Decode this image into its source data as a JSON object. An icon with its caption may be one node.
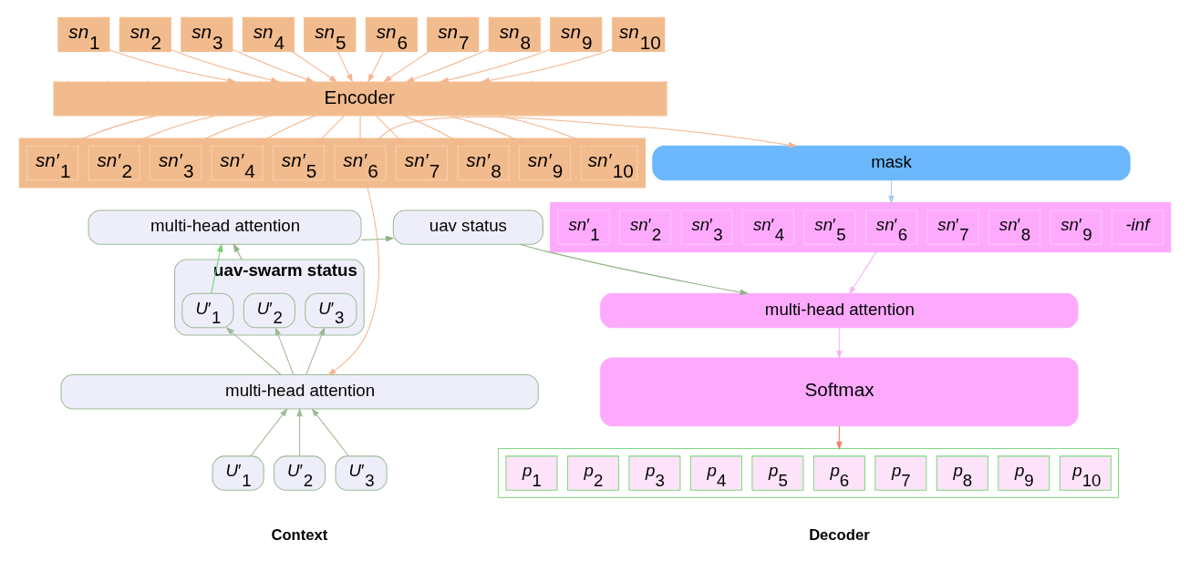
{
  "diagram": {
    "nodes": [
      {
        "text": [
          "*sn*$_{1}$"
        ]
      },
      {
        "text": [
          "*sn*$_{2}$"
        ]
      },
      {
        "text": [
          "*sn*$_{3}$"
        ]
      },
      {
        "text": [
          "*sn*$_{4}$"
        ]
      },
      {
        "text": [
          "*sn*$_{5}$"
        ]
      },
      {
        "text": [
          "*sn*$_{6}$"
        ]
      },
      {
        "text": [
          "*sn*$_{7}$"
        ]
      },
      {
        "text": [
          "*sn*$_{8}$"
        ]
      },
      {
        "text": [
          "*sn*$_{9}$"
        ]
      },
      {
        "text": [
          "*sn*$_{10}$"
        ]
      },
      {
        "text": [
          "Encoder"
        ]
      },
      {
        "text": [],
        "shape": "box"
      },
      {
        "text": [
          "*sn*′$_{1}$"
        ],
        "in": 11
      },
      {
        "text": [
          "*sn*′$_{2}$"
        ],
        "in": 11
      },
      {
        "text": [
          "*sn*′$_{3}$"
        ],
        "in": 11
      },
      {
        "text": [
          "*sn*′$_{4}$"
        ],
        "in": 11
      },
      {
        "text": [
          "*sn*′$_{5}$"
        ],
        "in": 11
      },
      {
        "text": [
          "*sn*′$_{6}$"
        ],
        "in": 11
      },
      {
        "text": [
          "*sn*′$_{7}$"
        ],
        "in": 11
      },
      {
        "text": [
          "*sn*′$_{8}$"
        ],
        "in": 11
      },
      {
        "text": [
          "*sn*′$_{9}$"
        ],
        "in": 11
      },
      {
        "text": [
          "*sn*′$_{10}$"
        ],
        "in": 11
      },
      {
        "text": [
          "multi-head attention"
        ]
      },
      {
        "text": [
          "uav status"
        ]
      },
      {
        "text": [
          "uav-swarm status"
        ]
      },
      {
        "text": [
          "*U*′$_{1}$"
        ],
        "in": 24
      },
      {
        "text": [
          "*U*′$_{2}$"
        ],
        "in": 24
      },
      {
        "text": [
          "*U*′$_{3}$"
        ],
        "in": 24
      },
      {
        "text": [
          "multi-head attention"
        ]
      },
      {
        "text": [
          "*U*′$_{1}$"
        ]
      },
      {
        "text": [
          "*U*′$_{2}$"
        ]
      },
      {
        "text": [
          "*U*′$_{3}$"
        ]
      },
      {
        "text": [
          "mask"
        ]
      },
      {
        "text": [],
        "shape": "box"
      },
      {
        "text": [
          "*sn*′$_{1}$"
        ],
        "in": 33
      },
      {
        "text": [
          "*sn*′$_{2}$"
        ],
        "in": 33
      },
      {
        "text": [
          "*sn*′$_{3}$"
        ],
        "in": 33
      },
      {
        "text": [
          "*sn*′$_{4}$"
        ],
        "in": 33
      },
      {
        "text": [
          "*sn*′$_{5}$"
        ],
        "in": 33
      },
      {
        "text": [
          "*sn*′$_{6}$"
        ],
        "in": 33
      },
      {
        "text": [
          "*sn*′$_{7}$"
        ],
        "in": 33
      },
      {
        "text": [
          "*sn*′$_{8}$"
        ],
        "in": 33
      },
      {
        "text": [
          "*sn*′$_{9}$"
        ],
        "in": 33
      },
      {
        "text": [
          "*-inf*"
        ],
        "in": 33
      },
      {
        "text": [
          "multi-head attention"
        ]
      },
      {
        "text": [
          "Softmax"
        ]
      },
      {
        "text": [],
        "shape": "box"
      },
      {
        "text": [
          "*p*$_{1}$"
        ],
        "in": 46
      },
      {
        "text": [
          "*p*$_{2}$"
        ],
        "in": 46
      },
      {
        "text": [
          "*p*$_{3}$"
        ],
        "in": 46
      },
      {
        "text": [
          "*p*$_{4}$"
        ],
        "in": 46
      },
      {
        "text": [
          "*p*$_{5}$"
        ],
        "in": 46
      },
      {
        "text": [
          "*p*$_{6}$"
        ],
        "in": 46
      },
      {
        "text": [
          "*p*$_{7}$"
        ],
        "in": 46
      },
      {
        "text": [
          "*p*$_{8}$"
        ],
        "in": 46
      },
      {
        "text": [
          "*p*$_{9}$"
        ],
        "in": 46
      },
      {
        "text": [
          "*p*$_{10}$"
        ],
        "in": 46
      }
    ],
    "edges": [
      {
        "from": 0,
        "to": 10,
        "arrow": "to"
      },
      {
        "from": 1,
        "to": 10,
        "arrow": "to"
      },
      {
        "from": 2,
        "to": 10,
        "arrow": "to"
      },
      {
        "from": 3,
        "to": 10,
        "arrow": "to"
      },
      {
        "from": 4,
        "to": 10,
        "arrow": "to"
      },
      {
        "from": 5,
        "to": 10,
        "arrow": "to"
      },
      {
        "from": 6,
        "to": 10,
        "arrow": "to"
      },
      {
        "from": 7,
        "to": 10,
        "arrow": "to"
      },
      {
        "from": 8,
        "to": 10,
        "arrow": "to"
      },
      {
        "from": 9,
        "to": 10,
        "arrow": "to"
      },
      {
        "from": 10,
        "to": 12,
        "arrow": "to"
      },
      {
        "from": 10,
        "to": 13,
        "arrow": "to"
      },
      {
        "from": 10,
        "to": 14,
        "arrow": "to"
      },
      {
        "from": 10,
        "to": 15,
        "arrow": "to"
      },
      {
        "from": 10,
        "to": 16,
        "arrow": "to"
      },
      {
        "from": 10,
        "to": 17,
        "arrow": "to"
      },
      {
        "from": 10,
        "to": 18,
        "arrow": "to"
      },
      {
        "from": 10,
        "to": 19,
        "arrow": "to"
      },
      {
        "from": 10,
        "to": 20,
        "arrow": "to"
      },
      {
        "from": 10,
        "to": 21,
        "arrow": "to"
      },
      {
        "from": 11,
        "to": 32,
        "arrow": "to"
      },
      {
        "from": 11,
        "to": 28,
        "arrow": "to"
      },
      {
        "from": 29,
        "to": 28,
        "arrow": "to",
        "color": "#9dbb93"
      },
      {
        "from": 30,
        "to": 28,
        "arrow": "to",
        "color": "#9dbb93"
      },
      {
        "from": 31,
        "to": 28,
        "arrow": "to",
        "color": "#9dbb93"
      },
      {
        "from": 28,
        "to": 25,
        "arrow": "to",
        "color": "#9dbb93"
      },
      {
        "from": 28,
        "to": 26,
        "arrow": "to",
        "color": "#9dbb93"
      },
      {
        "from": 28,
        "to": 27,
        "arrow": "to",
        "color": "#9dbb93"
      },
      {
        "from": 25,
        "to": 22,
        "arrow": "to",
        "color": "#6fd46f"
      },
      {
        "from": 24,
        "to": 22,
        "arrow": "to",
        "color": "#8db383"
      },
      {
        "from": 22,
        "to": 23,
        "arrow": "to",
        "color": "#8db383"
      },
      {
        "from": 23,
        "to": 44,
        "arrow": "to",
        "color": "#8db383"
      },
      {
        "from": 32,
        "to": 33,
        "arrow": "to",
        "color": "#a9cbf5"
      },
      {
        "from": 33,
        "to": 44,
        "arrow": "to",
        "color": "#f7b5f7"
      },
      {
        "from": 44,
        "to": 45,
        "arrow": "to",
        "color": "#f7b5f7"
      },
      {
        "from": 45,
        "to": 46,
        "arrow": "to",
        "color": "#f0806a"
      }
    ],
    "labels": [
      "Context",
      "Decoder"
    ]
  }
}
